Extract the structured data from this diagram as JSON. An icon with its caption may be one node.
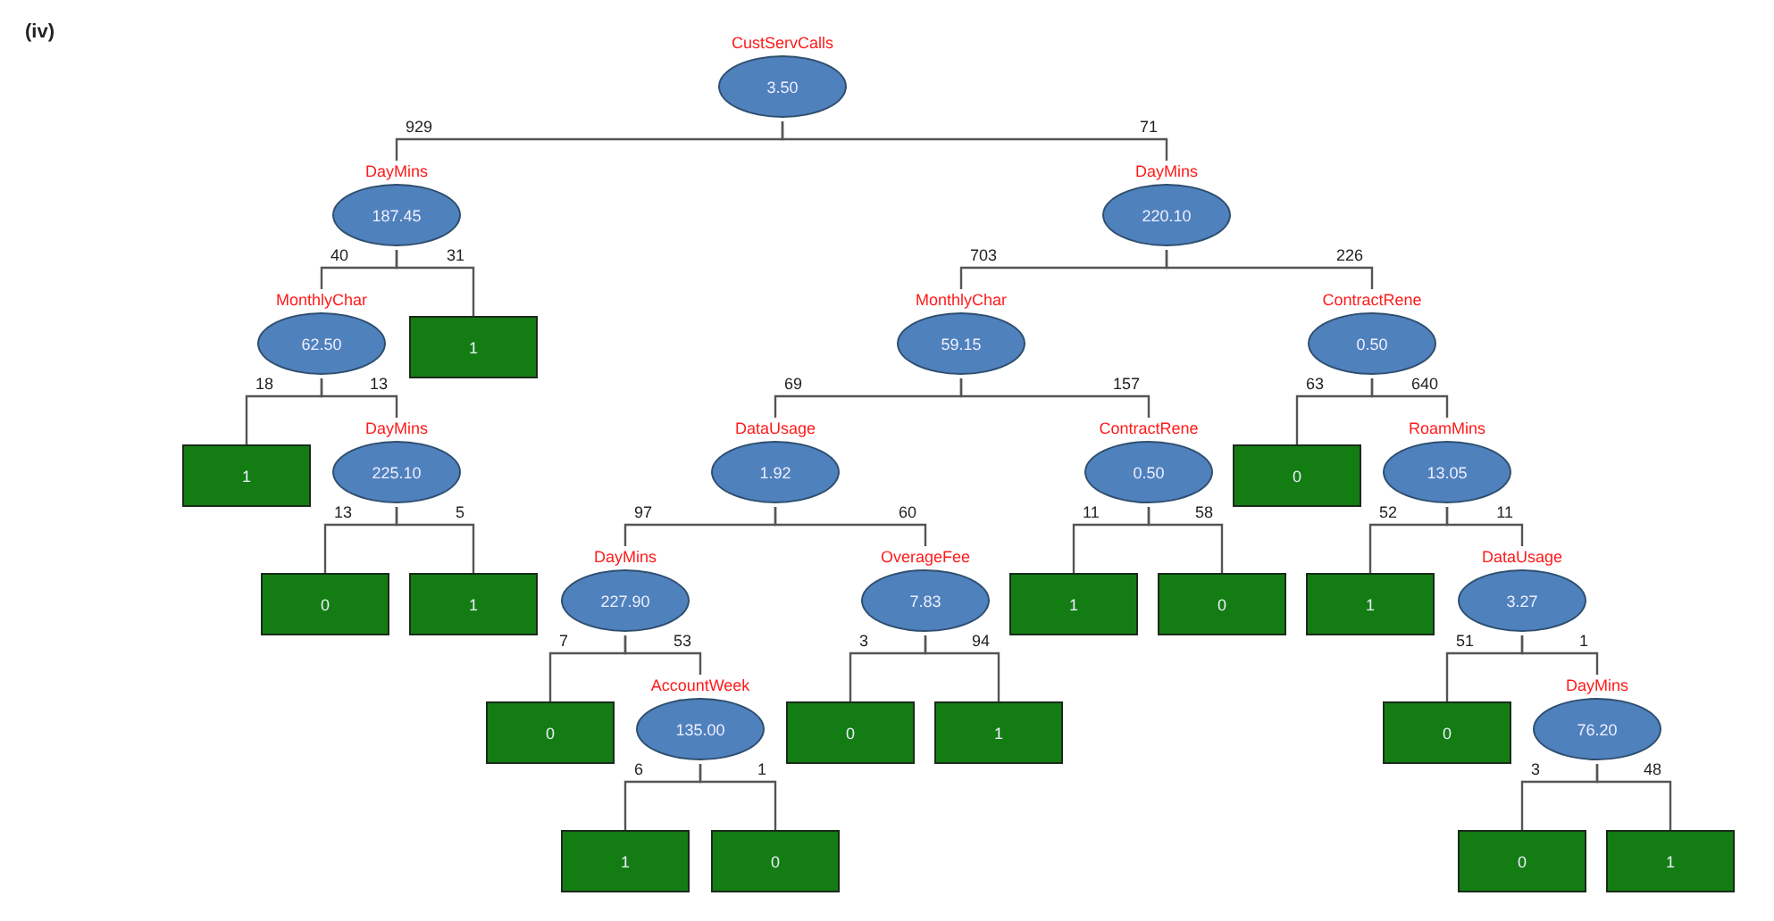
{
  "diagram": {
    "nodes": [
      {
        "text": [
          "CustServCalls",
          "3.50"
        ]
      },
      {
        "text": [
          "DayMins",
          "187.45"
        ]
      },
      {
        "text": [
          "DayMins",
          "220.10"
        ]
      },
      {
        "text": [
          "MonthlyChar",
          "62.50"
        ]
      },
      {
        "text": [
          "1"
        ]
      },
      {
        "text": [
          "MonthlyChar",
          "59.15"
        ]
      },
      {
        "text": [
          "ContractRene",
          "0.50"
        ]
      },
      {
        "text": [
          "1"
        ]
      },
      {
        "text": [
          "DayMins",
          "225.10"
        ]
      },
      {
        "text": [
          "DataUsage",
          "1.92"
        ]
      },
      {
        "text": [
          "ContractRene",
          "0.50"
        ]
      },
      {
        "text": [
          "0"
        ]
      },
      {
        "text": [
          "RoamMins",
          "13.05"
        ]
      },
      {
        "text": [
          "0"
        ]
      },
      {
        "text": [
          "1"
        ]
      },
      {
        "text": [
          "DayMins",
          "227.90"
        ]
      },
      {
        "text": [
          "OverageFee",
          "7.83"
        ]
      },
      {
        "text": [
          "1"
        ]
      },
      {
        "text": [
          "0"
        ]
      },
      {
        "text": [
          "1"
        ]
      },
      {
        "text": [
          "DataUsage",
          "3.27"
        ]
      },
      {
        "text": [
          "0"
        ]
      },
      {
        "text": [
          "AccountWeek",
          "135.00"
        ]
      },
      {
        "text": [
          "0"
        ]
      },
      {
        "text": [
          "1"
        ]
      },
      {
        "text": [
          "0"
        ]
      },
      {
        "text": [
          "DayMins",
          "76.20"
        ]
      },
      {
        "text": [
          "1"
        ]
      },
      {
        "text": [
          "0"
        ]
      },
      {
        "text": [
          "0"
        ]
      },
      {
        "text": [
          "1"
        ]
      }
    ],
    "edges": [
      {
        "from": 0,
        "to": 1,
        "arrow": "none",
        "label": "929"
      },
      {
        "from": 0,
        "to": 2,
        "arrow": "none",
        "label": "71"
      },
      {
        "from": 1,
        "to": 3,
        "arrow": "none",
        "label": "40"
      },
      {
        "from": 1,
        "to": 4,
        "arrow": "none",
        "label": "31"
      },
      {
        "from": 2,
        "to": 5,
        "arrow": "none",
        "label": "703"
      },
      {
        "from": 2,
        "to": 6,
        "arrow": "none",
        "label": "226"
      },
      {
        "from": 3,
        "to": 7,
        "arrow": "none",
        "label": "18"
      },
      {
        "from": 3,
        "to": 8,
        "arrow": "none",
        "label": "13"
      },
      {
        "from": 5,
        "to": 9,
        "arrow": "none",
        "label": "69"
      },
      {
        "from": 5,
        "to": 10,
        "arrow": "none",
        "label": "157"
      },
      {
        "from": 6,
        "to": 11,
        "arrow": "none",
        "label": "63"
      },
      {
        "from": 6,
        "to": 12,
        "arrow": "none",
        "label": "640"
      },
      {
        "from": 8,
        "to": 13,
        "arrow": "none",
        "label": "13"
      },
      {
        "from": 8,
        "to": 14,
        "arrow": "none",
        "label": "5"
      },
      {
        "from": 9,
        "to": 15,
        "arrow": "none",
        "label": "97"
      },
      {
        "from": 9,
        "to": 16,
        "arrow": "none",
        "label": "60"
      },
      {
        "from": 10,
        "to": 17,
        "arrow": "none",
        "label": "11"
      },
      {
        "from": 10,
        "to": 18,
        "arrow": "none",
        "label": "58"
      },
      {
        "from": 12,
        "to": 19,
        "arrow": "none",
        "label": "52"
      },
      {
        "from": 12,
        "to": 20,
        "arrow": "none",
        "label": "11"
      },
      {
        "from": 15,
        "to": 21,
        "arrow": "none",
        "label": "7"
      },
      {
        "from": 15,
        "to": 22,
        "arrow": "none",
        "label": "53"
      },
      {
        "from": 16,
        "to": 23,
        "arrow": "none",
        "label": "3"
      },
      {
        "from": 16,
        "to": 24,
        "arrow": "none",
        "label": "94"
      },
      {
        "from": 20,
        "to": 25,
        "arrow": "none",
        "label": "51"
      },
      {
        "from": 20,
        "to": 26,
        "arrow": "none",
        "label": "1"
      },
      {
        "from": 22,
        "to": 27,
        "arrow": "none",
        "label": "6"
      },
      {
        "from": 22,
        "to": 28,
        "arrow": "none",
        "label": "1"
      },
      {
        "from": 26,
        "to": 29,
        "arrow": "none",
        "label": "3"
      },
      {
        "from": 26,
        "to": 30,
        "arrow": "none",
        "label": "48"
      }
    ],
    "labels": [
      "(iv)"
    ]
  }
}
